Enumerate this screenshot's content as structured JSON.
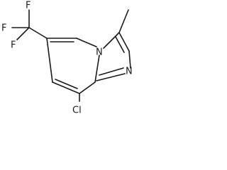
{
  "molecule": {
    "atoms": {
      "f_top": "F",
      "f_left": "F",
      "f_bottom": "F",
      "n_bridge": "N",
      "n_imidazole": "N",
      "cl": "Cl"
    }
  }
}
